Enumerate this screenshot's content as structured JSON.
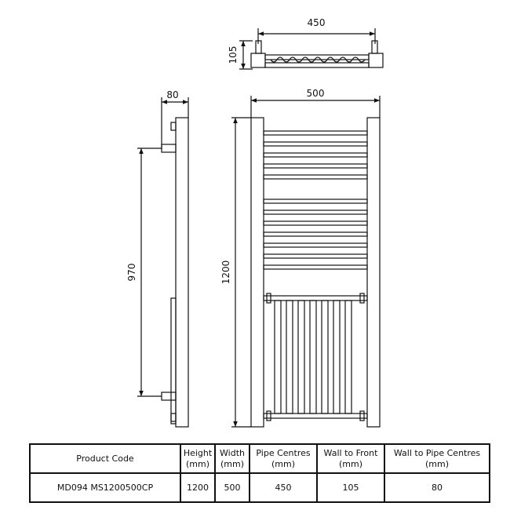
{
  "drawing": {
    "top_view": {
      "width_label": "450",
      "depth_label": "105"
    },
    "side_view": {
      "wall_to_pipe_label": "80",
      "pipe_vertical_label": "970"
    },
    "front_view": {
      "width_label": "500",
      "height_label": "1200"
    }
  },
  "spec_table": {
    "headers": [
      {
        "line1": "Product Code",
        "line2": ""
      },
      {
        "line1": "Height",
        "line2": "(mm)"
      },
      {
        "line1": "Width",
        "line2": "(mm)"
      },
      {
        "line1": "Pipe Centres",
        "line2": "(mm)"
      },
      {
        "line1": "Wall to Front",
        "line2": "(mm)"
      },
      {
        "line1": "Wall to Pipe Centres",
        "line2": "(mm)"
      }
    ],
    "rows": [
      {
        "product_code": "MD094 MS1200500CP",
        "height": "1200",
        "width": "500",
        "pipe_centres": "450",
        "wall_to_front": "105",
        "wall_to_pipe_centres": "80"
      }
    ]
  }
}
